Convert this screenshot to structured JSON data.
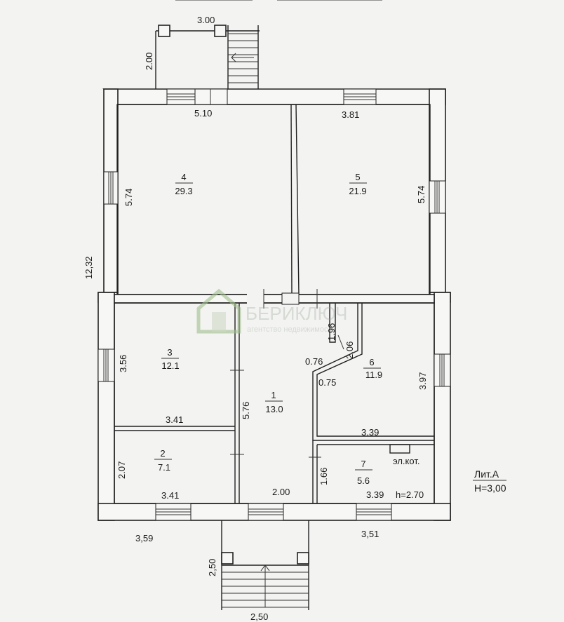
{
  "outer": {
    "width_top_left": "5.10",
    "width_top_right": "3.81",
    "height_left": "12,32",
    "bottom_left": "3,59",
    "bottom_right": "3,51"
  },
  "porch_top": {
    "width": "3.00",
    "depth": "2.00"
  },
  "porch_bottom": {
    "width": "2,50",
    "depth": "2,50"
  },
  "rooms": [
    {
      "number": "4",
      "area": "29.3",
      "dim_v": "5.74"
    },
    {
      "number": "5",
      "area": "21.9",
      "dim_v": "5.74"
    },
    {
      "number": "3",
      "area": "12.1",
      "dim_v": "3.56",
      "dim_h": "3.41"
    },
    {
      "number": "2",
      "area": "7.1",
      "dim_v": "2.07",
      "dim_h": "3.41"
    },
    {
      "number": "1",
      "area": "13.0",
      "dim_v": "5.76",
      "dim_h": "2.00"
    },
    {
      "number": "6",
      "area": "11.9",
      "dim_v": "3.97",
      "dim_h": "3.39"
    },
    {
      "number": "7",
      "area": "5.6",
      "dim_v": "1.66",
      "dim_h": "3.39",
      "height": "h=2.70",
      "note": "эл.кот."
    }
  ],
  "corridor": {
    "dim_a": "1.96",
    "dim_b": "2.06",
    "dim_c": "0.76",
    "dim_d": "0.75"
  },
  "litera": {
    "name": "Лит.А",
    "height": "H=3,00"
  },
  "watermark": {
    "brand": "БЕРИКЛЮЧ",
    "tagline": "агентство недвижимости"
  }
}
